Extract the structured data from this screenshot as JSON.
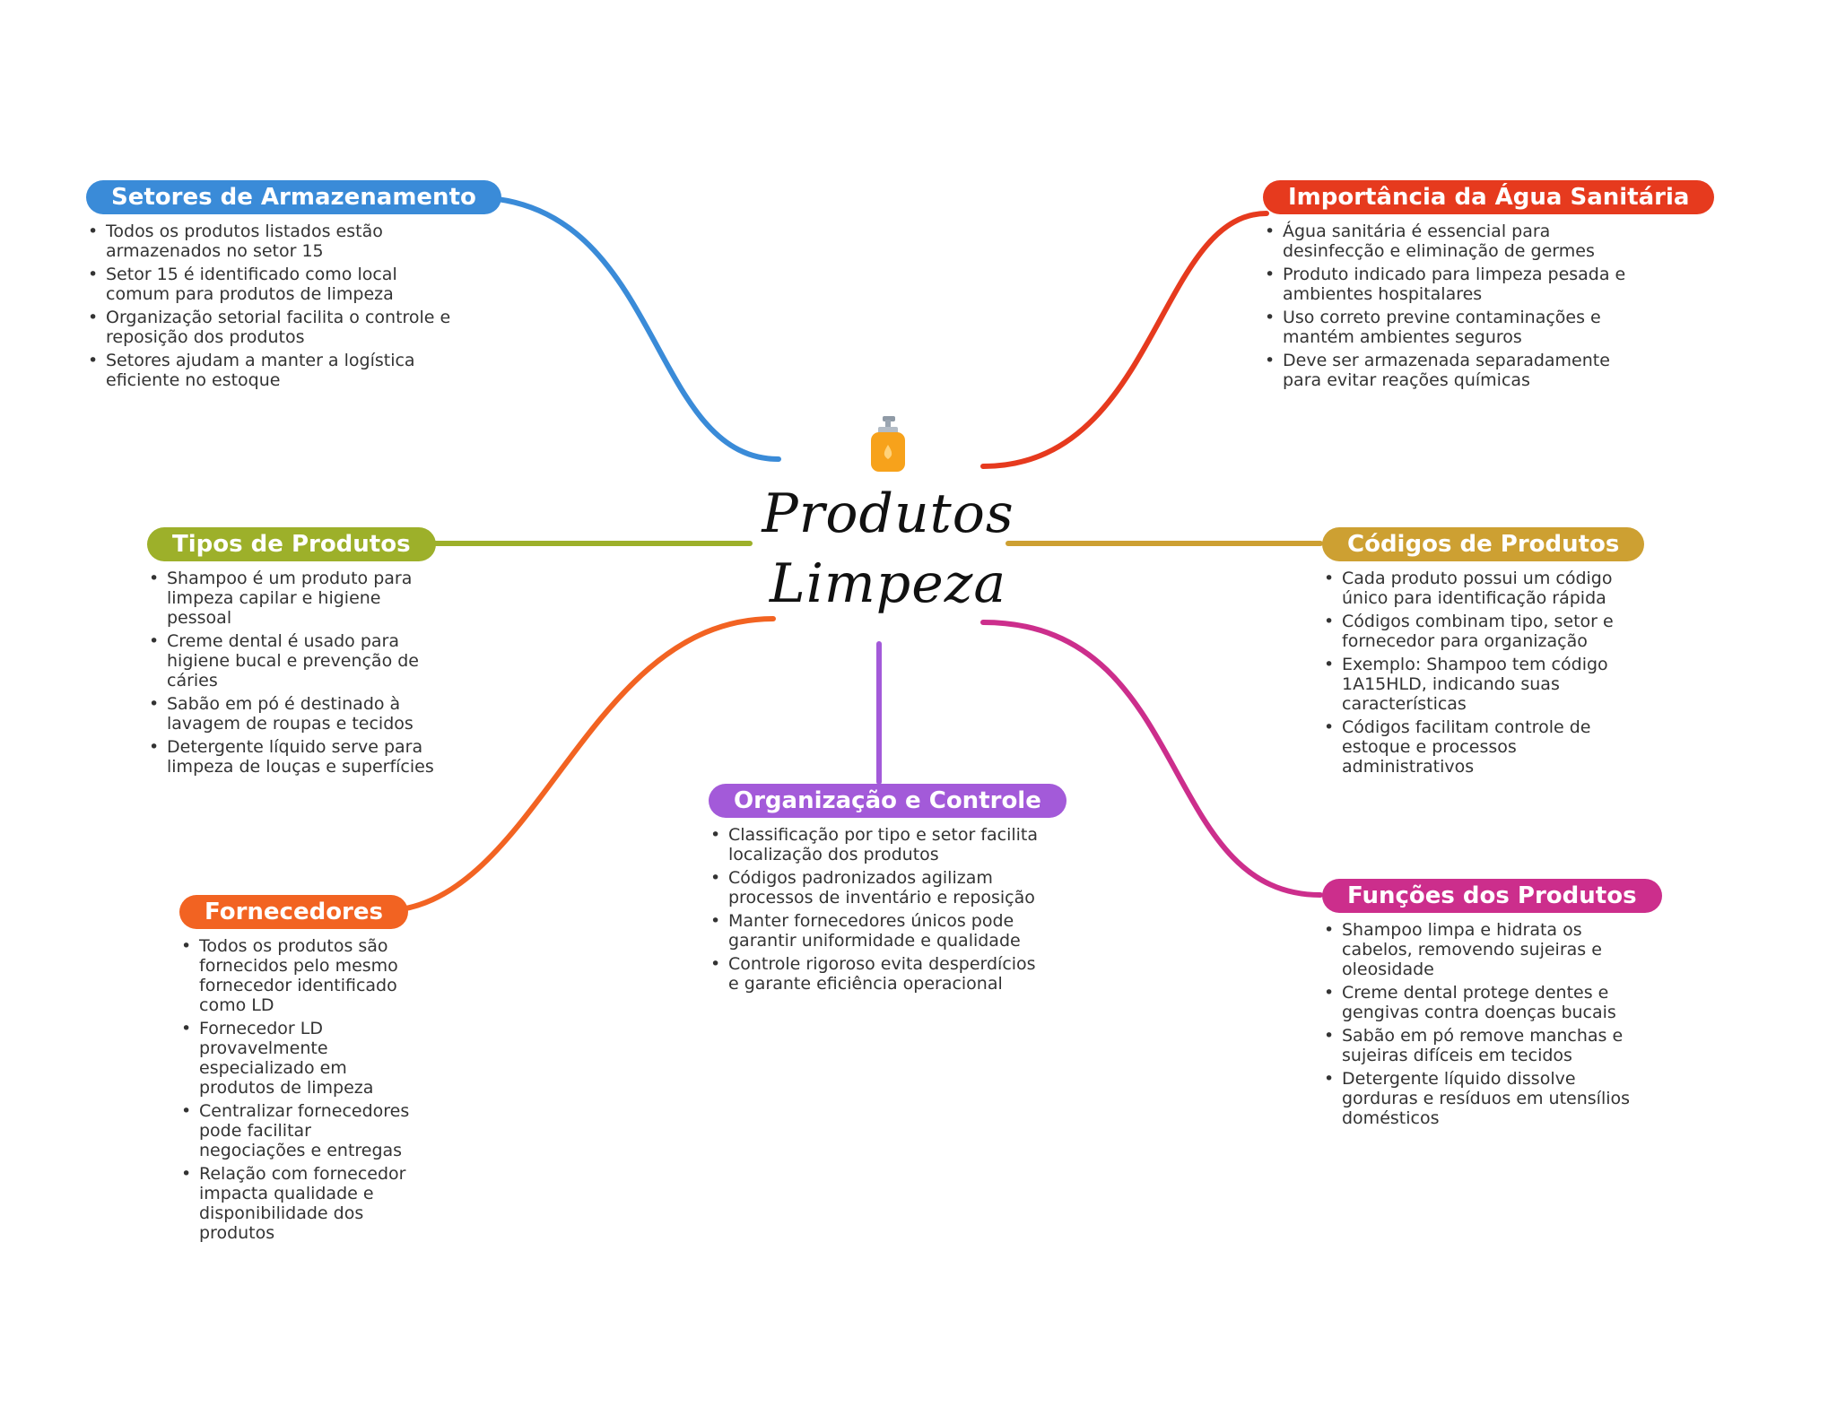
{
  "center": {
    "title_line1": "Produtos",
    "title_line2": "Limpeza",
    "icon": "soap-dispenser-icon"
  },
  "branches": {
    "setores": {
      "title": "Setores de Armazenamento",
      "color": "#3A8BD8",
      "items": [
        "Todos os produtos listados estão armazenados no setor 15",
        "Setor 15 é identificado como local comum para produtos de limpeza",
        "Organização setorial facilita o controle e reposição dos produtos",
        "Setores ajudam a manter a logística eficiente no estoque"
      ]
    },
    "tipos": {
      "title": "Tipos de Produtos",
      "color": "#9DB02A",
      "items": [
        "Shampoo é um produto para limpeza capilar e higiene pessoal",
        "Creme dental é usado para higiene bucal e prevenção de cáries",
        "Sabão em pó é destinado à lavagem de roupas e tecidos",
        "Detergente líquido serve para limpeza de louças e superfícies"
      ]
    },
    "fornecedores": {
      "title": "Fornecedores",
      "color": "#F26322",
      "items": [
        "Todos os produtos são fornecidos pelo mesmo fornecedor identificado como LD",
        "Fornecedor LD provavelmente especializado em produtos de limpeza",
        "Centralizar fornecedores pode facilitar negociações e entregas",
        "Relação com fornecedor impacta qualidade e disponibilidade dos produtos"
      ]
    },
    "organizacao": {
      "title": "Organização e Controle",
      "color": "#A35AD9",
      "items": [
        "Classificação por tipo e setor facilita localização dos produtos",
        "Códigos padronizados agilizam processos de inventário e reposição",
        "Manter fornecedores únicos pode garantir uniformidade e qualidade",
        "Controle rigoroso evita desperdícios e garante eficiência operacional"
      ]
    },
    "importancia": {
      "title": "Importância da Água Sanitária",
      "color": "#E63A1E",
      "items": [
        "Água sanitária é essencial para desinfecção e eliminação de germes",
        "Produto indicado para limpeza pesada e ambientes hospitalares",
        "Uso correto previne contaminações e mantém ambientes seguros",
        "Deve ser armazenada separadamente para evitar reações químicas"
      ]
    },
    "codigos": {
      "title": "Códigos de Produtos",
      "color": "#CDA032",
      "items": [
        "Cada produto possui um código único para identificação rápida",
        "Códigos combinam tipo, setor e fornecedor para organização",
        "Exemplo: Shampoo tem código 1A15HLD, indicando suas características",
        "Códigos facilitam controle de estoque e processos administrativos"
      ]
    },
    "funcoes": {
      "title": "Funções dos Produtos",
      "color": "#CC2E8C",
      "items": [
        "Shampoo limpa e hidrata os cabelos, removendo sujeiras e oleosidade",
        "Creme dental protege dentes e gengivas contra doenças bucais",
        "Sabão em pó remove manchas e sujeiras difíceis em tecidos",
        "Detergente líquido dissolve gorduras e resíduos em utensílios domésticos"
      ]
    }
  }
}
